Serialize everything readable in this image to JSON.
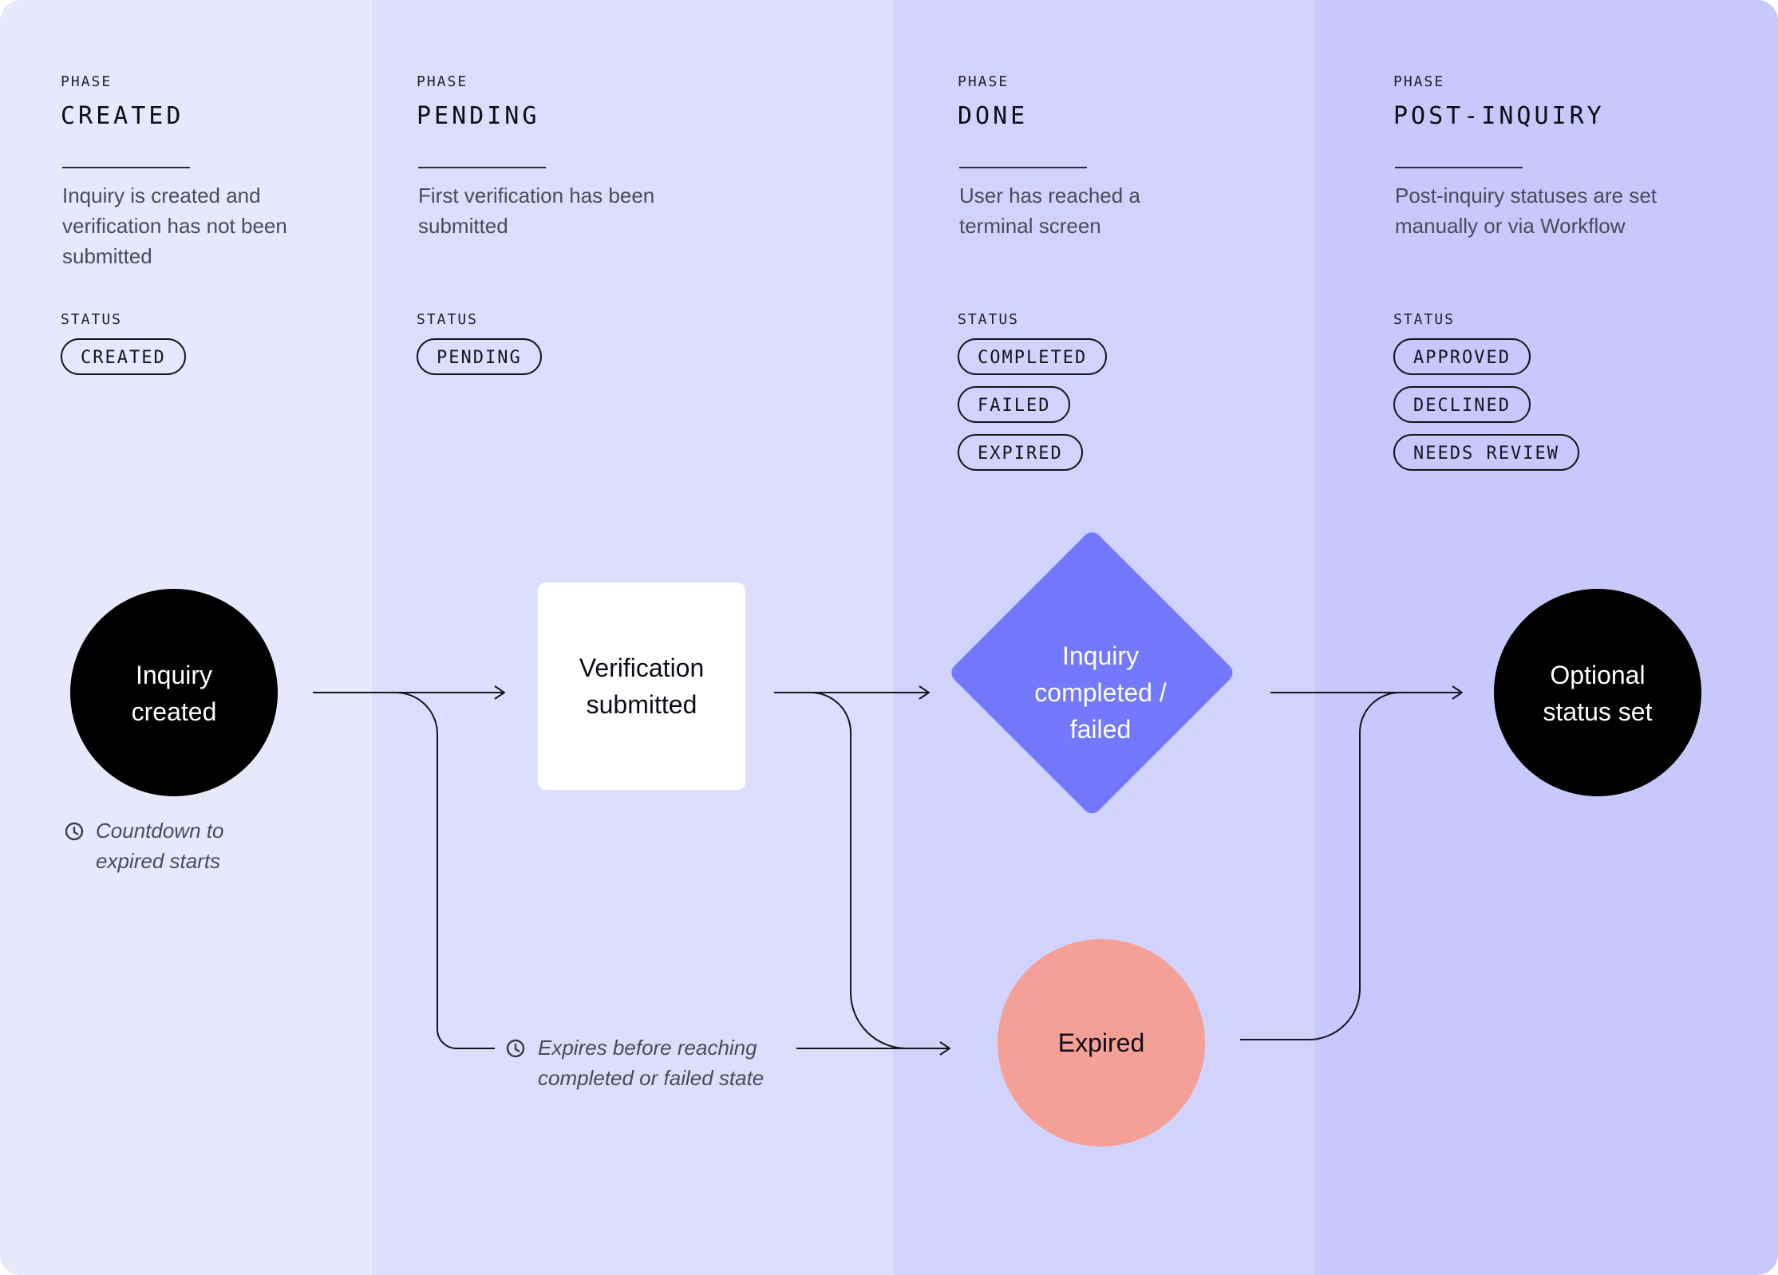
{
  "phases": [
    {
      "eyebrow": "PHASE",
      "name": "CREATED",
      "description": "Inquiry is created and verification has not been submitted",
      "status_label": "STATUS",
      "statuses": [
        "CREATED"
      ]
    },
    {
      "eyebrow": "PHASE",
      "name": "PENDING",
      "description": "First verification has been submitted",
      "status_label": "STATUS",
      "statuses": [
        "PENDING"
      ]
    },
    {
      "eyebrow": "PHASE",
      "name": "DONE",
      "description": "User has reached a terminal screen",
      "status_label": "STATUS",
      "statuses": [
        "COMPLETED",
        "FAILED",
        "EXPIRED"
      ]
    },
    {
      "eyebrow": "PHASE",
      "name": "POST-INQUIRY",
      "description": "Post-inquiry statuses are set manually or via Workflow",
      "status_label": "STATUS",
      "statuses": [
        "APPROVED",
        "DECLINED",
        "NEEDS REVIEW"
      ]
    }
  ],
  "nodes": {
    "inquiry_created": [
      "Inquiry",
      "created"
    ],
    "verification_submitted": [
      "Verification",
      "submitted"
    ],
    "completed_failed": [
      "Inquiry",
      "completed /",
      "failed"
    ],
    "expired": [
      "Expired"
    ],
    "optional_status": [
      "Optional",
      "status set"
    ]
  },
  "notes": {
    "countdown": [
      "Countdown to",
      "expired starts"
    ],
    "expires_before": [
      "Expires before reaching",
      "completed or failed state"
    ]
  },
  "colors": {
    "column_1": "#e8e8fd",
    "column_2": "#dddefd",
    "column_3": "#d2d3fc",
    "column_4": "#c7c8fb",
    "terminal_node": "#000000",
    "decision_node": "#7379fc",
    "expired_node": "#f5a096",
    "step_node": "#ffffff",
    "line": "#15151f"
  },
  "icons": {
    "countdown": "clock-icon",
    "expires_before": "clock-icon"
  }
}
